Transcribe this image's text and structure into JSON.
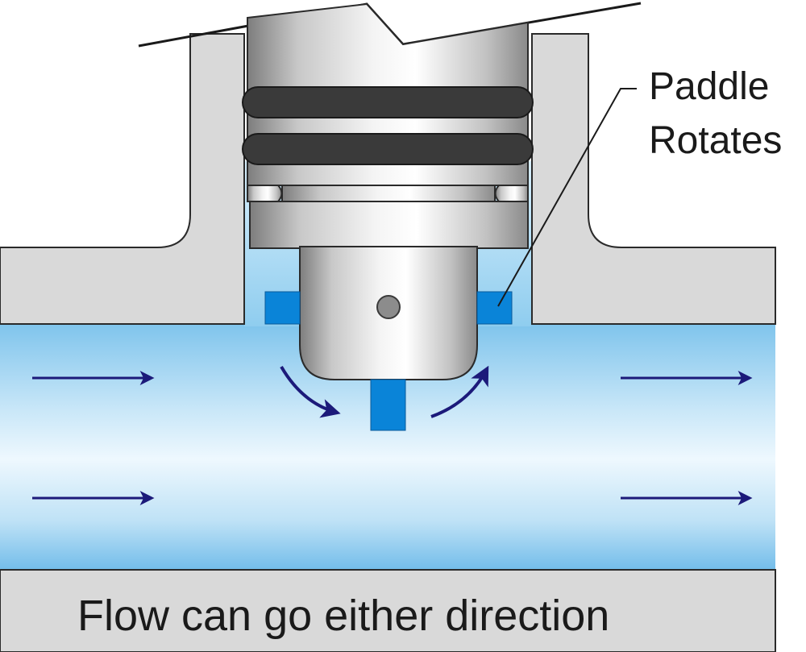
{
  "annotation": {
    "line1": "Paddle",
    "line2": "Rotates"
  },
  "caption": "Flow can go either direction",
  "colors": {
    "housing_fill": "#d9d9d9",
    "outline": "#2a2a2a",
    "piston_light": "#f0f0f0",
    "piston_dark": "#8f8f8f",
    "o_ring": "#3a3a3a",
    "water_light": "#e4f3fc",
    "water_dark": "#84c8ee",
    "paddle": "#0a84d8",
    "arrow": "#1c1a7a",
    "background": "#ffffff"
  },
  "icons": {
    "flow_arrow": "right-arrow-icon",
    "rotation_arrow": "curved-arrow-icon",
    "pivot": "pivot-pin-icon"
  }
}
